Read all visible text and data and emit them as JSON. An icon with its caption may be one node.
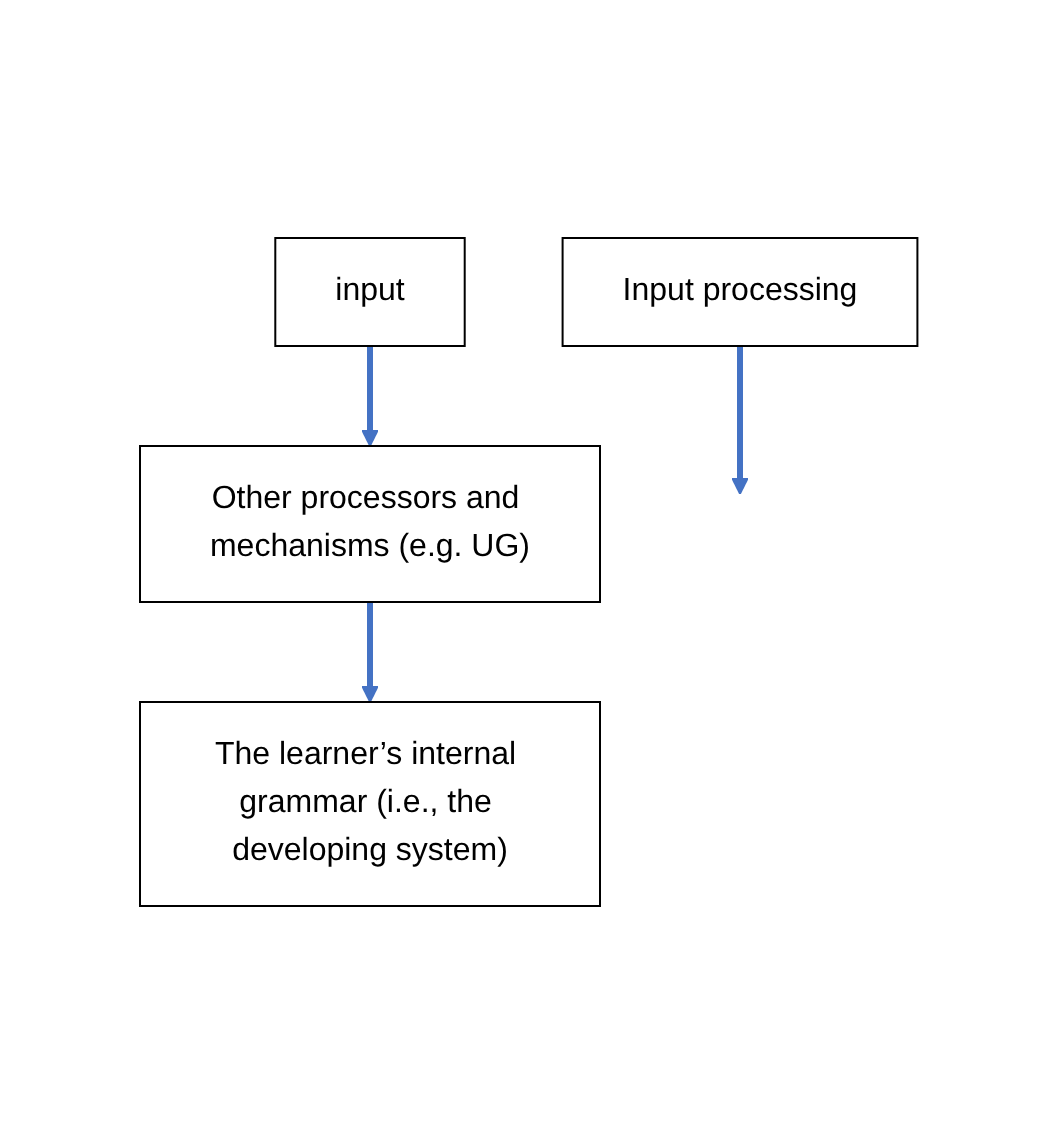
{
  "diagram": {
    "nodes": [
      {
        "text": [
          "Input processing"
        ]
      },
      {
        "text": [
          "input"
        ]
      },
      {
        "text": [
          "Other processors and mechanisms (e.g. UG)"
        ]
      },
      {
        "text": [
          "The learner’s internal grammar (i.e., the developing system)"
        ]
      }
    ],
    "edges": [
      {
        "from": 0,
        "to": null,
        "arrow": "to"
      },
      {
        "from": 1,
        "to": 2,
        "arrow": "to"
      },
      {
        "from": 2,
        "to": 3,
        "arrow": "to"
      }
    ]
  }
}
